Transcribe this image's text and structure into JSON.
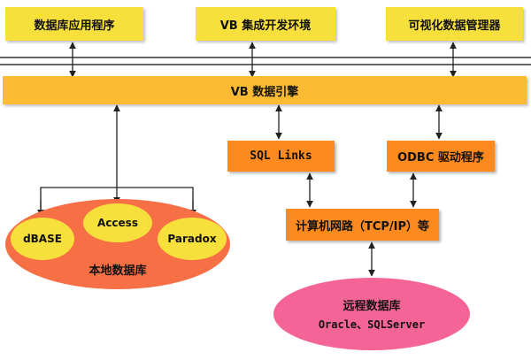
{
  "top_boxes": {
    "db_app": "数据库应用程序",
    "vb_ide": "VB 集成开发环境",
    "visual_db_manager": "可视化数据管理器"
  },
  "engine": {
    "label": "VB 数据引擎"
  },
  "middle": {
    "sql_links": "SQL Links",
    "odbc_driver": "ODBC 驱动程序",
    "network": "计算机网路（TCP/IP）等"
  },
  "local_db": {
    "label": "本地数据库",
    "items": [
      "dBASE",
      "Access",
      "Paradox"
    ]
  },
  "remote_db": {
    "label": "远程数据库",
    "systems": "Oracle、SQLServer"
  },
  "colors": {
    "top_box": "#f7e03b",
    "engine_bar": "#fdba33",
    "orange_box": "#fd8a1f",
    "local_db_ellipse": "#f76f45",
    "local_item_ellipse": "#f7e03b",
    "remote_db_ellipse": "#f46496",
    "connector": "#222222"
  }
}
